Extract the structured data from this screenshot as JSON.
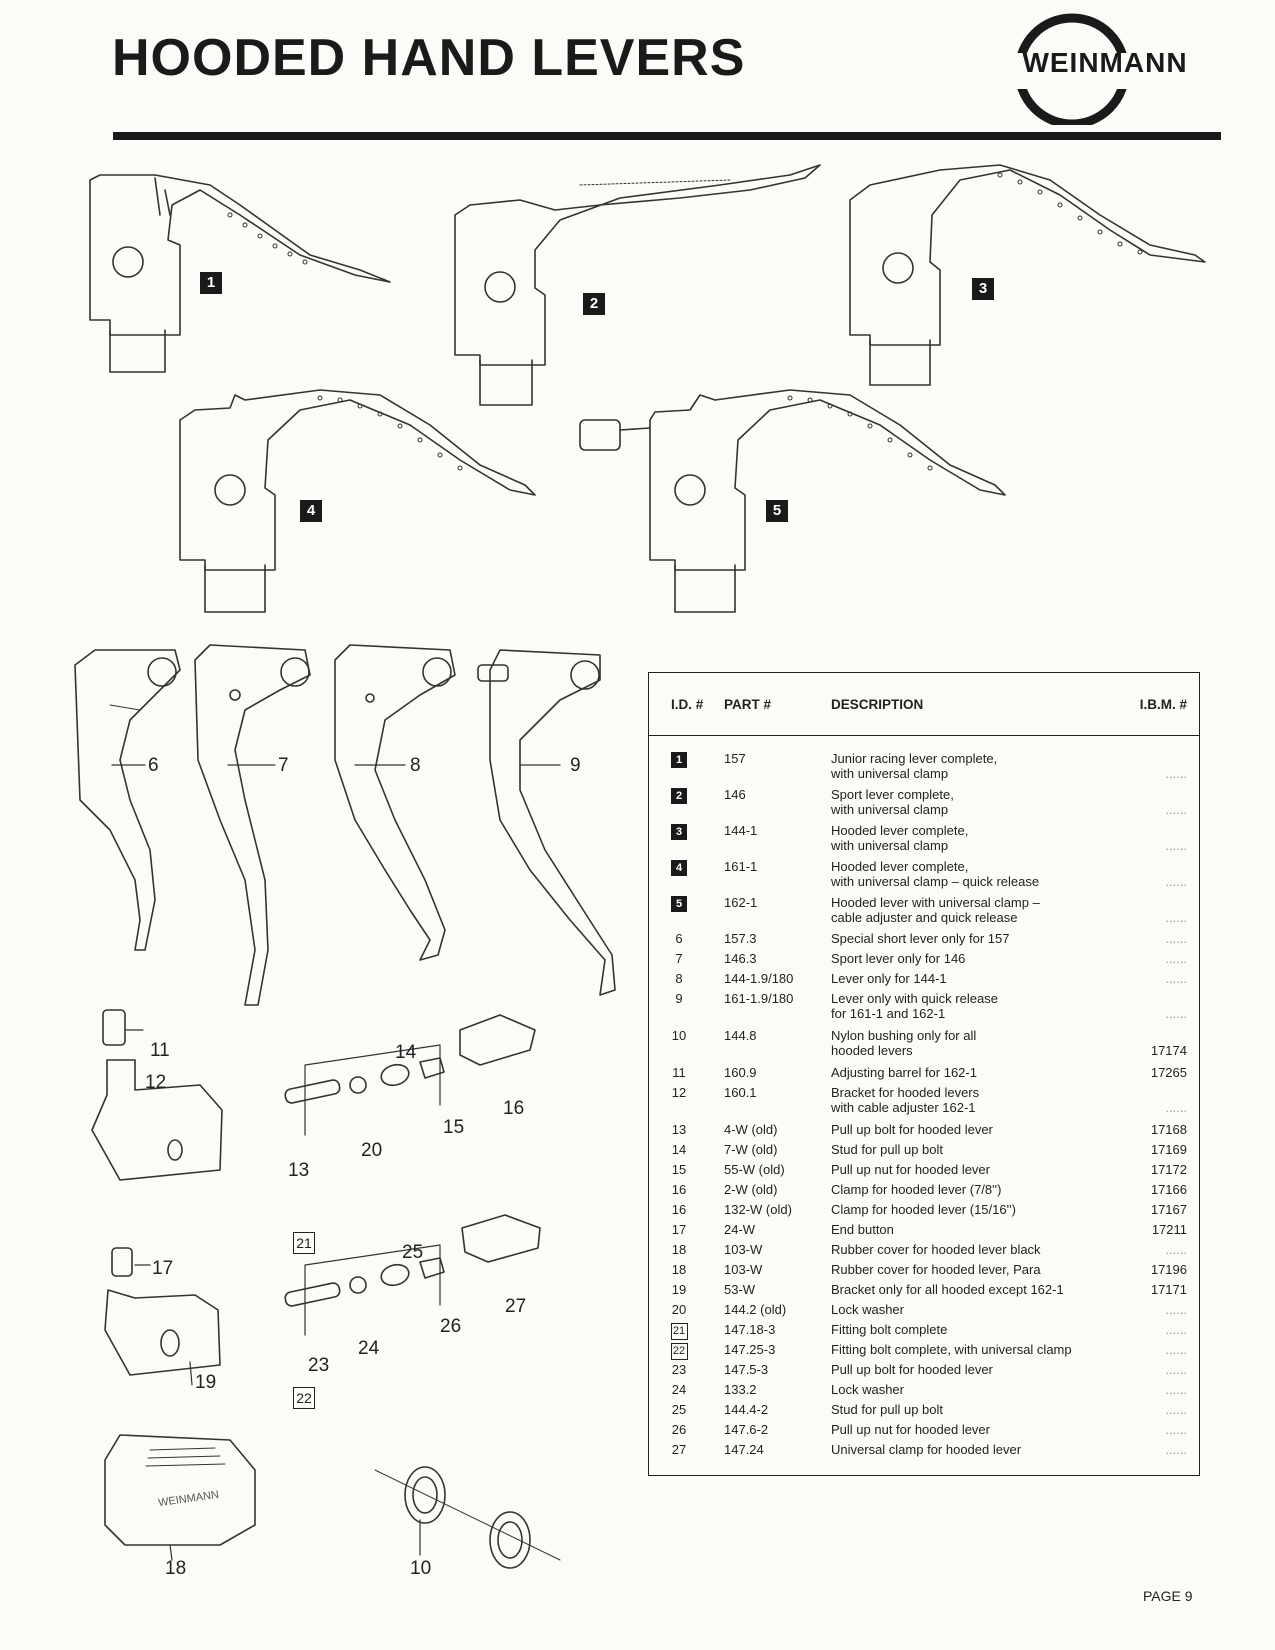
{
  "header": {
    "title": "HOODED HAND LEVERS",
    "brand": "WEINMANN"
  },
  "figures": {
    "boxed_labels": [
      "1",
      "2",
      "3",
      "4",
      "5"
    ],
    "callouts": [
      "6",
      "7",
      "8",
      "9",
      "11",
      "12",
      "14",
      "16",
      "15",
      "20",
      "13",
      "17",
      "25",
      "26",
      "27",
      "19",
      "24",
      "23",
      "21",
      "22",
      "18",
      "10"
    ],
    "bracket_imprint": "WEINMANN"
  },
  "table": {
    "headers": {
      "id": "I.D. #",
      "part": "PART #",
      "desc": "DESCRIPTION",
      "ibm": "I.B.M. #"
    },
    "rows": [
      {
        "id": "1",
        "id_style": "filled",
        "part": "157",
        "desc": [
          "Junior racing lever complete,",
          "with universal clamp"
        ],
        "ibm": "......"
      },
      {
        "id": "2",
        "id_style": "filled",
        "part": "146",
        "desc": [
          "Sport lever complete,",
          "with universal clamp"
        ],
        "ibm": "......"
      },
      {
        "id": "3",
        "id_style": "filled",
        "part": "144-1",
        "desc": [
          "Hooded lever complete,",
          "with universal clamp"
        ],
        "ibm": "......"
      },
      {
        "id": "4",
        "id_style": "filled",
        "part": "161-1",
        "desc": [
          "Hooded lever complete,",
          "with universal clamp – quick release"
        ],
        "ibm": "......"
      },
      {
        "id": "5",
        "id_style": "filled",
        "part": "162-1",
        "desc": [
          "Hooded lever with universal clamp –",
          "cable adjuster and quick release"
        ],
        "ibm": "......"
      },
      {
        "id": "6",
        "id_style": "plain",
        "part": "157.3",
        "desc": [
          "Special short lever only for 157"
        ],
        "ibm": "......"
      },
      {
        "id": "7",
        "id_style": "plain",
        "part": "146.3",
        "desc": [
          "Sport lever only for 146"
        ],
        "ibm": "......"
      },
      {
        "id": "8",
        "id_style": "plain",
        "part": "144-1.9/180",
        "desc": [
          "Lever only for 144-1"
        ],
        "ibm": "......"
      },
      {
        "id": "9",
        "id_style": "plain",
        "part": "161-1.9/180",
        "desc": [
          "Lever only with quick release",
          "for 161-1 and 162-1"
        ],
        "ibm": "......"
      },
      {
        "id": "10",
        "id_style": "plain",
        "part": "144.8",
        "desc": [
          "Nylon bushing only for all",
          "hooded levers"
        ],
        "ibm": "17174"
      },
      {
        "id": "11",
        "id_style": "plain",
        "part": "160.9",
        "desc": [
          "Adjusting barrel for 162-1"
        ],
        "ibm": "17265"
      },
      {
        "id": "12",
        "id_style": "plain",
        "part": "160.1",
        "desc": [
          "Bracket for hooded levers",
          "with cable adjuster 162-1"
        ],
        "ibm": "......"
      },
      {
        "id": "13",
        "id_style": "plain",
        "part": "4-W (old)",
        "desc": [
          "Pull up bolt for hooded lever"
        ],
        "ibm": "17168"
      },
      {
        "id": "14",
        "id_style": "plain",
        "part": "7-W (old)",
        "desc": [
          "Stud for pull up bolt"
        ],
        "ibm": "17169"
      },
      {
        "id": "15",
        "id_style": "plain",
        "part": "55-W (old)",
        "desc": [
          "Pull up nut for hooded lever"
        ],
        "ibm": "17172"
      },
      {
        "id": "16",
        "id_style": "plain",
        "part": "2-W (old)",
        "desc": [
          "Clamp for hooded lever (7/8'')"
        ],
        "ibm": "17166"
      },
      {
        "id": "16",
        "id_style": "plain",
        "part": "132-W (old)",
        "desc": [
          "Clamp for hooded lever (15/16'')"
        ],
        "ibm": "17167"
      },
      {
        "id": "17",
        "id_style": "plain",
        "part": "24-W",
        "desc": [
          "End button"
        ],
        "ibm": "17211"
      },
      {
        "id": "18",
        "id_style": "plain",
        "part": "103-W",
        "desc": [
          "Rubber cover for hooded lever black"
        ],
        "ibm": "......"
      },
      {
        "id": "18",
        "id_style": "plain",
        "part": "103-W",
        "desc": [
          "Rubber cover for hooded lever, Para"
        ],
        "ibm": "17196"
      },
      {
        "id": "19",
        "id_style": "plain",
        "part": "53-W",
        "desc": [
          "Bracket only for all hooded except 162-1"
        ],
        "ibm": "17171"
      },
      {
        "id": "20",
        "id_style": "plain",
        "part": "144.2 (old)",
        "desc": [
          "Lock washer"
        ],
        "ibm": "......"
      },
      {
        "id": "21",
        "id_style": "outline",
        "part": "147.18-3",
        "desc": [
          "Fitting bolt complete"
        ],
        "ibm": "......"
      },
      {
        "id": "22",
        "id_style": "outline",
        "part": "147.25-3",
        "desc": [
          "Fitting bolt complete, with universal clamp"
        ],
        "ibm": "......"
      },
      {
        "id": "23",
        "id_style": "plain",
        "part": "147.5-3",
        "desc": [
          "Pull up bolt for hooded lever"
        ],
        "ibm": "......"
      },
      {
        "id": "24",
        "id_style": "plain",
        "part": "133.2",
        "desc": [
          "Lock washer"
        ],
        "ibm": "......"
      },
      {
        "id": "25",
        "id_style": "plain",
        "part": "144.4-2",
        "desc": [
          "Stud for pull up bolt"
        ],
        "ibm": "......"
      },
      {
        "id": "26",
        "id_style": "plain",
        "part": "147.6-2",
        "desc": [
          "Pull up nut for hooded lever"
        ],
        "ibm": "......"
      },
      {
        "id": "27",
        "id_style": "plain",
        "part": "147.24",
        "desc": [
          "Universal clamp for hooded lever"
        ],
        "ibm": "......"
      }
    ]
  },
  "footer": {
    "page": "PAGE 9"
  }
}
